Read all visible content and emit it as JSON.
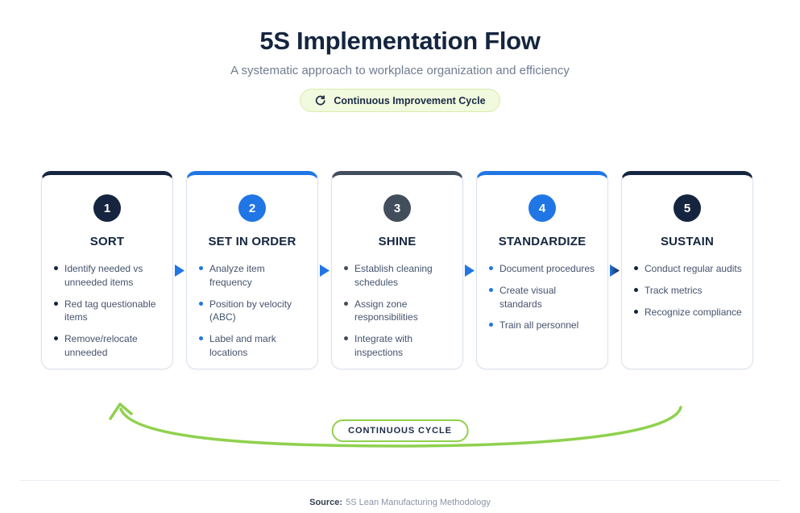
{
  "header": {
    "title": "5S Implementation Flow",
    "subtitle": "A systematic approach to workplace organization and efficiency",
    "badge_label": "Continuous Improvement Cycle",
    "badge_icon": "refresh-icon"
  },
  "steps": [
    {
      "number": "1",
      "title": "SORT",
      "color": "#15253F",
      "items": [
        "Identify needed vs unneeded items",
        "Red tag questionable items",
        "Remove/relocate unneeded"
      ]
    },
    {
      "number": "2",
      "title": "SET IN ORDER",
      "color": "#2176E5",
      "items": [
        "Analyze item frequency",
        "Position by velocity (ABC)",
        "Label and mark locations"
      ]
    },
    {
      "number": "3",
      "title": "SHINE",
      "color": "#424E5C",
      "items": [
        "Establish cleaning schedules",
        "Assign zone responsibilities",
        "Integrate with inspections"
      ]
    },
    {
      "number": "4",
      "title": "STANDARDIZE",
      "color": "#2176E5",
      "items": [
        "Document procedures",
        "Create visual standards",
        "Train all personnel"
      ]
    },
    {
      "number": "5",
      "title": "SUSTAIN",
      "color": "#15253F",
      "items": [
        "Conduct regular audits",
        "Track metrics",
        "Recognize compliance"
      ]
    }
  ],
  "arrows": [
    {
      "from": "#2176E5",
      "to": "#2176E5"
    },
    {
      "from": "#2176E5",
      "to": "#2176E5"
    },
    {
      "from": "#2176E5",
      "to": "#2176E5"
    },
    {
      "from": "#2176E5",
      "to": "#15253F"
    }
  ],
  "cycle": {
    "label": "CONTINUOUS CYCLE",
    "color": "#8FD14E"
  },
  "footer": {
    "source_label": "Source:",
    "source_text": "5S Lean Manufacturing Methodology"
  },
  "colors": {
    "navy": "#15253F",
    "blue": "#2176E5",
    "slate": "#424E5C",
    "green": "#8FD14E",
    "badge_bg": "#F1F9DE",
    "badge_border": "#D9EDAE",
    "body_text": "#45536C",
    "muted_text": "#8A95A7"
  }
}
